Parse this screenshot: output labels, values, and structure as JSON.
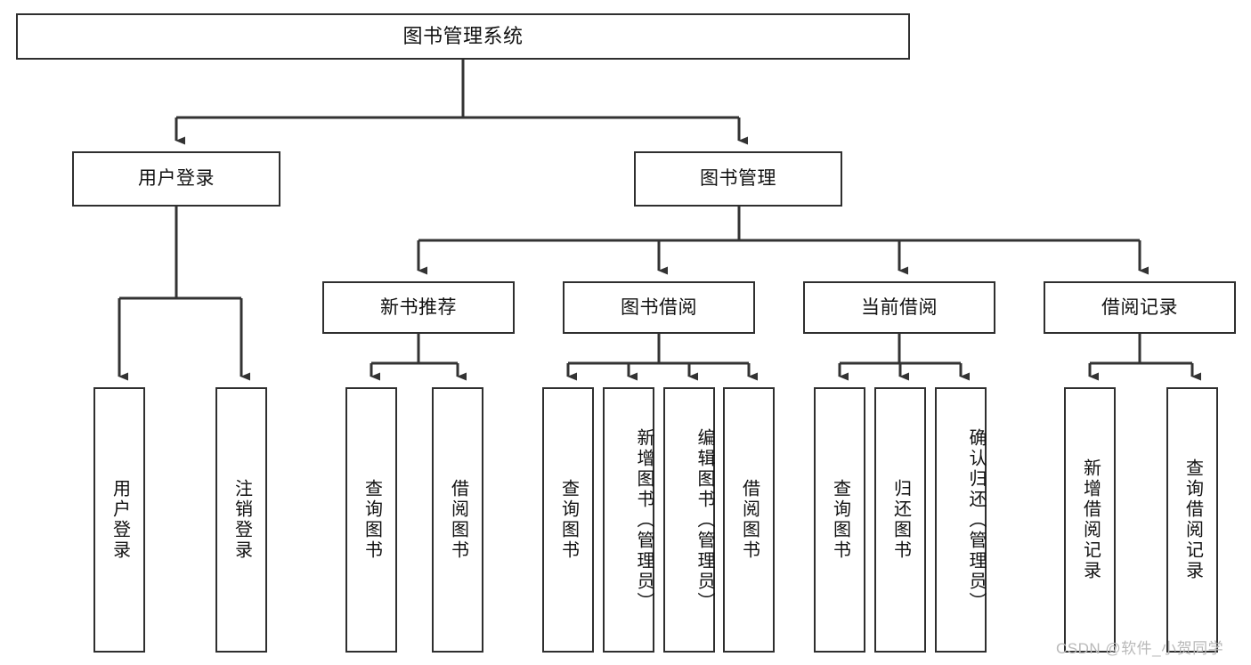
{
  "diagram": {
    "title": "图书管理系统",
    "type": "hierarchy-tree",
    "watermark": "CSDN @软件_小贺同学",
    "colors": {
      "background": "#ffffff",
      "border": "#2f2f2f",
      "line": "#333333",
      "text": "#111111",
      "watermark": "#b9b9b9"
    },
    "nodes": {
      "root": "图书管理系统",
      "level2": {
        "user_login": "用户登录",
        "book_manage": "图书管理"
      },
      "level3": {
        "new_book_rec": "新书推荐",
        "book_borrow": "图书借阅",
        "current_borrow": "当前借阅",
        "borrow_record": "借阅记录"
      },
      "leaves": {
        "user_login_children": [
          "用户登录",
          "注销登录"
        ],
        "new_book_rec_children": [
          "查询图书",
          "借阅图书"
        ],
        "book_borrow_children": [
          "查询图书",
          "新增图书（管理员）",
          "编辑图书（管理员）",
          "借阅图书"
        ],
        "current_borrow_children": [
          "查询图书",
          "归还图书",
          "确认归还（管理员）"
        ],
        "borrow_record_children": [
          "新增借阅记录",
          "查询借阅记录"
        ]
      }
    }
  }
}
